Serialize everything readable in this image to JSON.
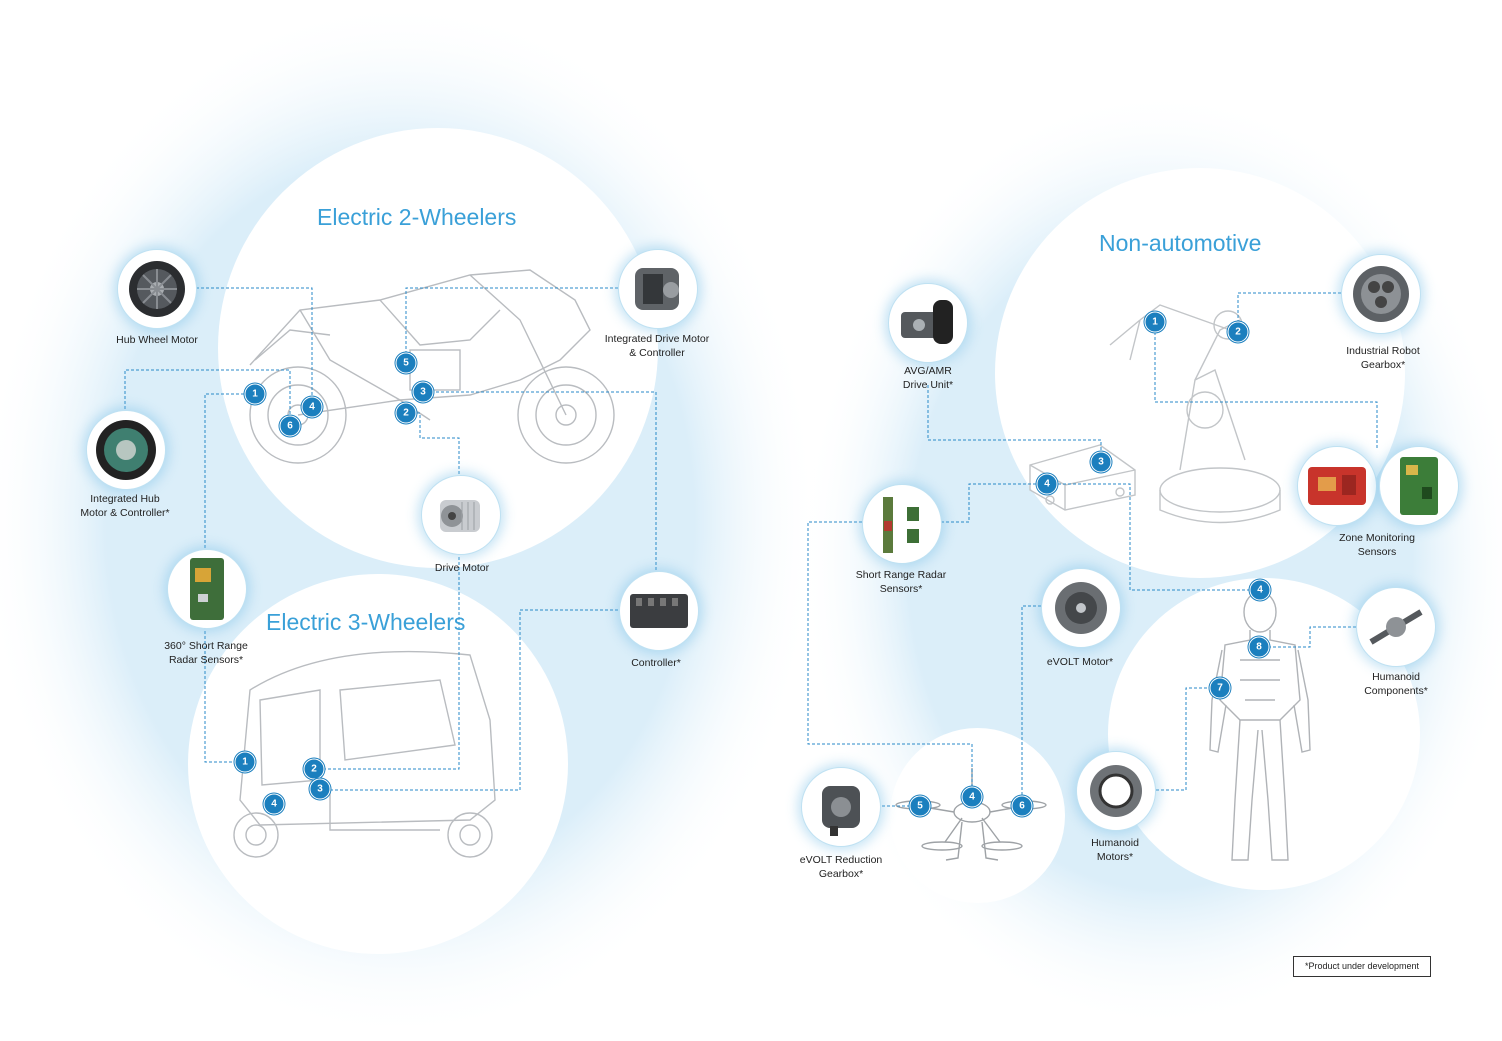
{
  "sections": {
    "two_wheelers": {
      "title": "Electric 2-Wheelers"
    },
    "three_wheelers": {
      "title": "Electric 3-Wheelers"
    },
    "non_automotive": {
      "title": "Non-automotive"
    }
  },
  "products": {
    "hub_wheel_motor": {
      "line1": "Hub Wheel Motor",
      "line2": ""
    },
    "integrated_drive_motor": {
      "line1": "Integrated Drive Motor",
      "line2": "& Controller"
    },
    "integrated_hub_motor": {
      "line1": "Integrated Hub",
      "line2": "Motor & Controller*"
    },
    "drive_motor": {
      "line1": "Drive Motor",
      "line2": ""
    },
    "radar_360": {
      "line1": "360° Short Range",
      "line2": "Radar Sensors*"
    },
    "controller": {
      "line1": "Controller*",
      "line2": ""
    },
    "avg_amr": {
      "line1": "AVG/AMR",
      "line2": "Drive Unit*"
    },
    "industrial_gearbox": {
      "line1": "Industrial Robot",
      "line2": "Gearbox*"
    },
    "zone_monitoring": {
      "line1": "Zone Monitoring",
      "line2": "Sensors"
    },
    "short_range_radar": {
      "line1": "Short Range Radar",
      "line2": "Sensors*"
    },
    "evolt_motor": {
      "line1": "eVOLT Motor*",
      "line2": ""
    },
    "humanoid_components": {
      "line1": "Humanoid",
      "line2": "Components*"
    },
    "humanoid_motors": {
      "line1": "Humanoid",
      "line2": "Motors*"
    },
    "evolt_gearbox": {
      "line1": "eVOLT Reduction",
      "line2": "Gearbox*"
    }
  },
  "badges": {
    "tw": [
      "1",
      "2",
      "3",
      "4",
      "5",
      "6"
    ],
    "thw": [
      "1",
      "2",
      "3",
      "4"
    ],
    "robot": [
      "1",
      "2"
    ],
    "amr": [
      "3",
      "4"
    ],
    "humanoid": [
      "4",
      "8",
      "7"
    ],
    "drone": [
      "5",
      "4",
      "6"
    ]
  },
  "note": "*Product under development",
  "colors": {
    "accent": "#3aa0d8",
    "badge": "#1b7fbe",
    "line": "#2a8ac8"
  }
}
